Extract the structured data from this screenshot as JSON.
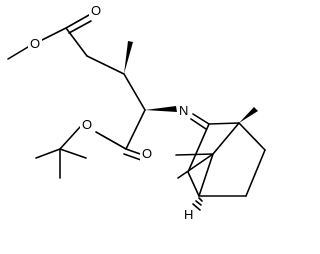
{
  "molecule": {
    "atoms": {
      "ester_o_single_top": "O",
      "ester_o_double_top": "O",
      "imine_n": "N",
      "ester_o_single_bottom": "O",
      "ester_o_double_bottom": "O",
      "bridgehead_h": "H"
    }
  }
}
